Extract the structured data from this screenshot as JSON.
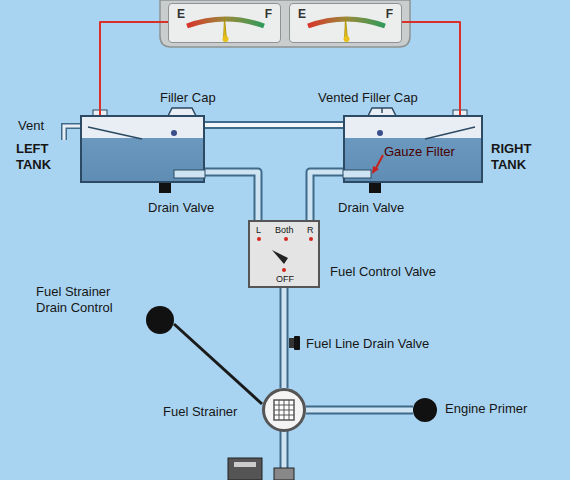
{
  "diagram": {
    "nodes": [
      {
        "text": [
          "E",
          "F"
        ]
      },
      {
        "text": [
          "E",
          "F"
        ]
      },
      {
        "text": [
          "LEFT TANK"
        ]
      },
      {
        "text": [
          "RIGHT TANK"
        ]
      },
      {
        "text": [
          "L",
          "Both",
          "R",
          "OFF",
          "Fuel Control Valve"
        ]
      },
      {
        "text": [
          "Fuel Strainer Drain Control"
        ]
      },
      {
        "text": [
          "Fuel Strainer"
        ]
      },
      {
        "text": [
          "Engine Primer"
        ]
      }
    ],
    "edges": [
      {
        "from": 0,
        "to": 2,
        "arrow": "none"
      },
      {
        "from": 1,
        "to": 3,
        "arrow": "none"
      },
      {
        "from": 2,
        "to": 3,
        "arrow": "none"
      },
      {
        "from": 2,
        "to": 4,
        "arrow": "none"
      },
      {
        "from": 3,
        "to": 4,
        "arrow": "none"
      },
      {
        "from": 4,
        "to": 6,
        "arrow": "none"
      },
      {
        "from": 5,
        "to": 6,
        "arrow": "none"
      },
      {
        "from": 6,
        "to": 7,
        "arrow": "none"
      }
    ],
    "labels": [
      "Filler Cap",
      "Vented Filler Cap",
      "Vent",
      "Gauze Filter",
      "Drain Valve",
      "Drain Valve",
      "Fuel Line Drain Valve"
    ]
  }
}
